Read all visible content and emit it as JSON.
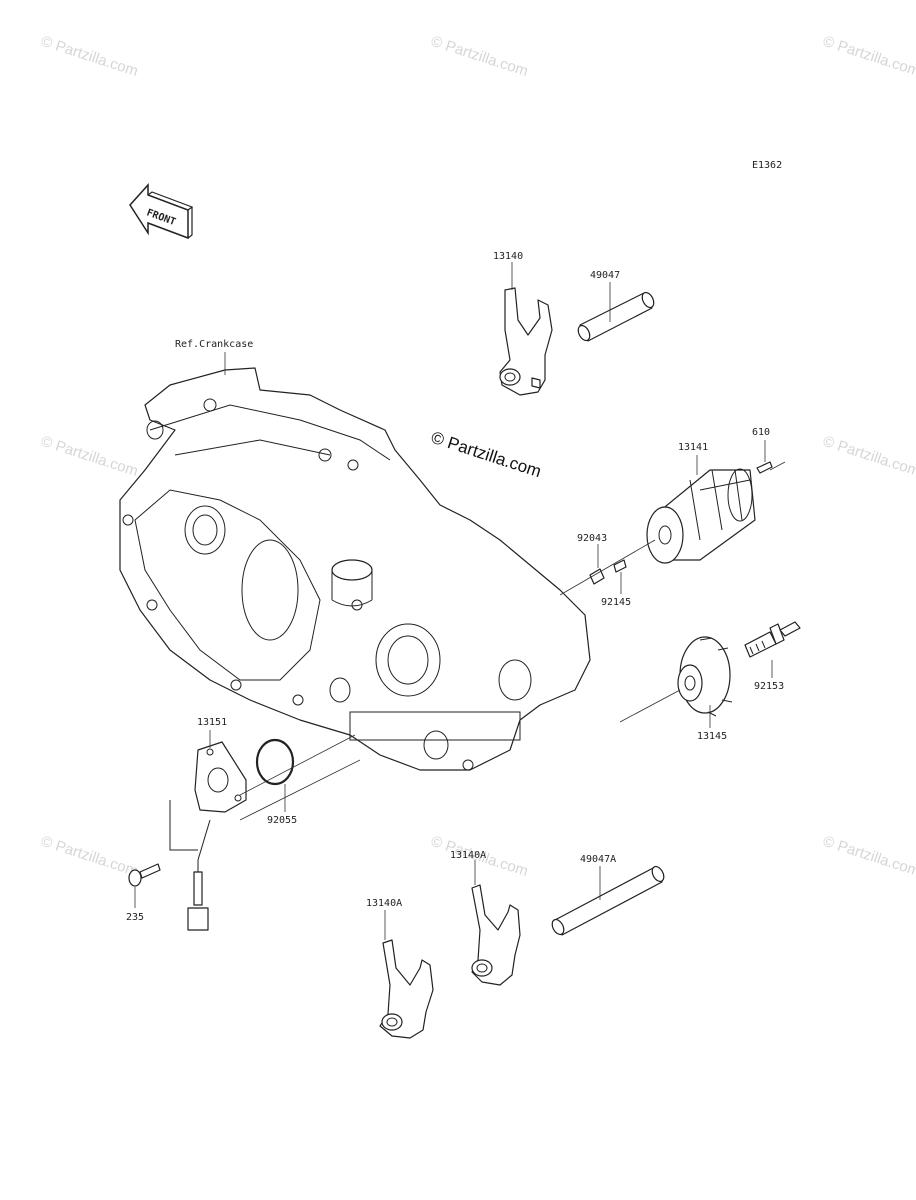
{
  "diagram_code": "E1362",
  "front_badge": "FRONT",
  "watermark_main": "© Partzilla.com",
  "watermark_tile": "© Partzilla.com",
  "callouts": {
    "ref_crankcase": "Ref.Crankcase",
    "fork_13140": "13140",
    "shaft_49047": "49047",
    "pin_610": "610",
    "drum_13141": "13141",
    "pin_92043": "92043",
    "spring_92145": "92145",
    "bolt_92153": "92153",
    "cam_13145": "13145",
    "cover_13151": "13151",
    "oring_92055": "92055",
    "screw_235": "235",
    "fork_13140a_upper": "13140A",
    "fork_13140a_lower": "13140A",
    "shaft_49047a": "49047A"
  }
}
